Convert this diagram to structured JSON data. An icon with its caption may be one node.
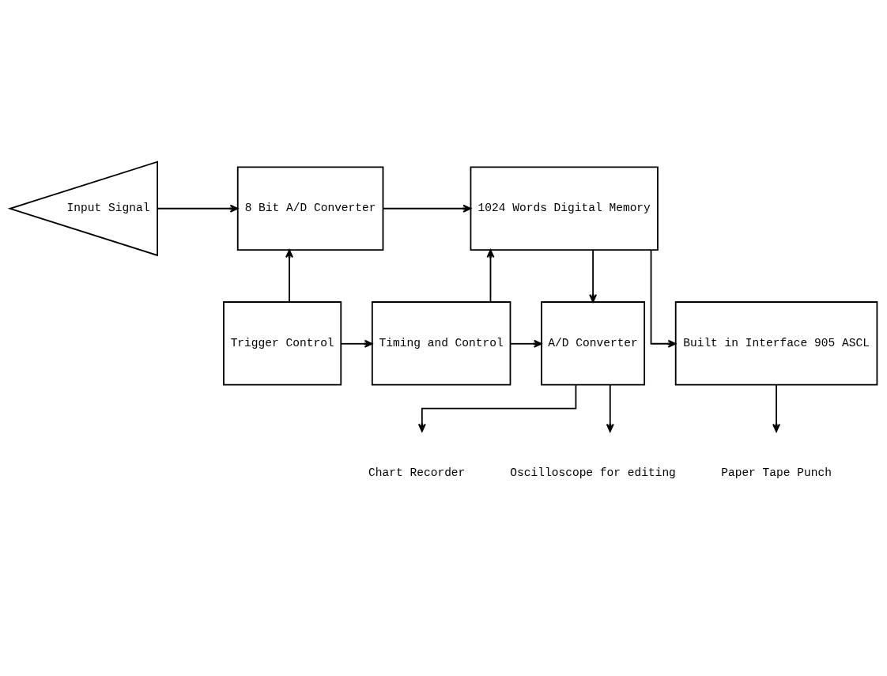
{
  "diagram": {
    "nodes": [
      {
        "text": [
          "Input Signal"
        ]
      },
      {
        "text": [
          "8 Bit A/D Converter"
        ]
      },
      {
        "text": [
          "1024 Words Digital Memory"
        ]
      },
      {
        "text": [
          "Trigger Control"
        ]
      },
      {
        "text": [
          "Timing and Control"
        ]
      },
      {
        "text": [
          "A/D Converter"
        ]
      },
      {
        "text": [
          "Built in Interface 905 ASCL"
        ]
      },
      {
        "text": [
          "Chart Recorder"
        ]
      },
      {
        "text": [
          "Oscilloscope for editing"
        ]
      },
      {
        "text": [
          "Paper Tape Punch"
        ]
      }
    ],
    "edges": [
      {
        "from": 0,
        "to": 1,
        "arrow": "to"
      },
      {
        "from": 3,
        "to": 4,
        "arrow": "to"
      },
      {
        "from": 3,
        "to": 1,
        "arrow": "to"
      },
      {
        "from": 1,
        "to": 2,
        "arrow": "to"
      },
      {
        "from": 2,
        "to": 6,
        "arrow": "to"
      },
      {
        "from": 4,
        "to": 2,
        "arrow": "to"
      },
      {
        "from": 2,
        "to": 5,
        "arrow": "to"
      },
      {
        "from": 4,
        "to": 5,
        "arrow": "to"
      },
      {
        "from": 5,
        "to": 7,
        "arrow": "to"
      },
      {
        "from": 5,
        "to": 8,
        "arrow": "to"
      },
      {
        "from": 6,
        "to": 9,
        "arrow": "to"
      }
    ]
  }
}
